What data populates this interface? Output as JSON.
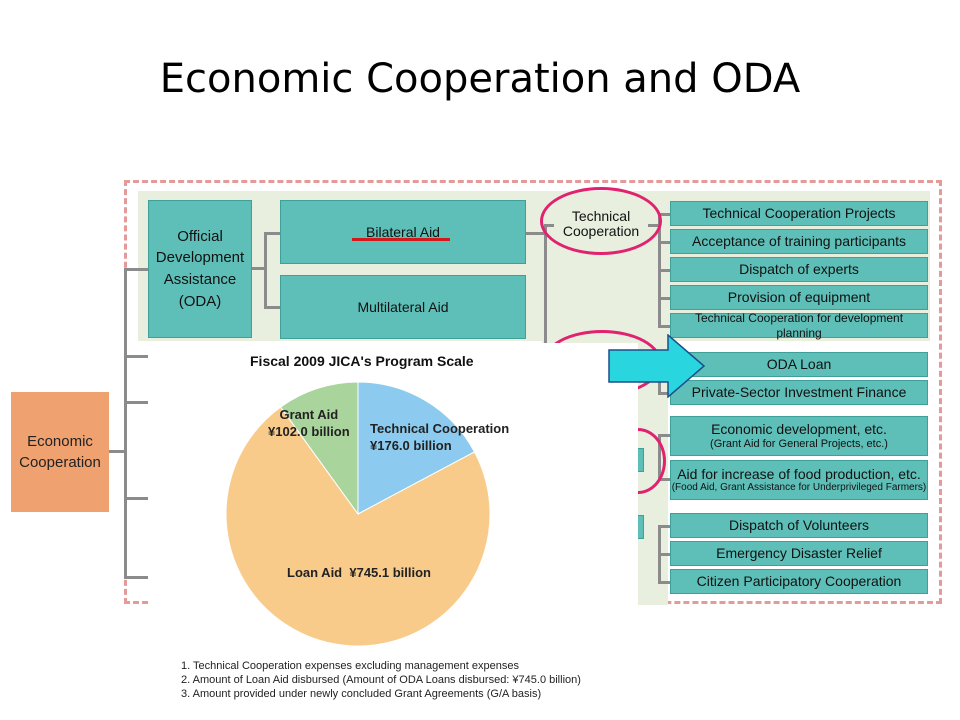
{
  "slide": {
    "title": "Economic Cooperation and ODA"
  },
  "diagram": {
    "economic_cooperation": "Economic Cooperation",
    "oda": "Official Development Assistance (ODA)",
    "bilateral": "Bilateral Aid",
    "multilateral": "Multilateral Aid",
    "technical_cooperation": "Technical Cooperation",
    "tc_items": [
      "Technical Cooperation Projects",
      "Acceptance of training participants",
      "Dispatch of experts",
      "Provision of equipment",
      "Technical Cooperation for development planning"
    ],
    "loan_items": [
      "ODA Loan",
      "Private-Sector Investment Finance"
    ],
    "grant_items": [
      {
        "title": "Economic development, etc.",
        "sub": "(Grant Aid for General Projects, etc.)"
      },
      {
        "title": "Aid for increase of food production, etc.",
        "sub": "(Food Aid, Grant Assistance for Underprivileged Farmers)"
      }
    ],
    "other_items": [
      "Dispatch of Volunteers",
      "Emergency Disaster Relief",
      "Citizen Participatory Cooperation"
    ]
  },
  "chart_data": {
    "type": "pie",
    "title": "Fiscal 2009 JICA's Program Scale",
    "slices": [
      {
        "name": "Technical Cooperation",
        "label": "¥176.0 billion",
        "value": 176.0,
        "color": "#8ccbef"
      },
      {
        "name": "Loan Aid",
        "label": "¥745.1 billion",
        "value": 745.1,
        "color": "#f8cb8b"
      },
      {
        "name": "Grant Aid",
        "label": "¥102.0 billion",
        "value": 102.0,
        "color": "#a9d49c"
      }
    ],
    "notes": [
      "1. Technical Cooperation expenses excluding management expenses",
      "2. Amount of Loan Aid disbursed (Amount of ODA Loans disbursed: ¥745.0 billion)",
      "3. Amount provided under newly concluded Grant Agreements (G/A basis)"
    ]
  },
  "colors": {
    "box": "#5ebfb8",
    "economic": "#f0a170",
    "highlight": "#e0226f",
    "arrow": "#29d6e0"
  }
}
